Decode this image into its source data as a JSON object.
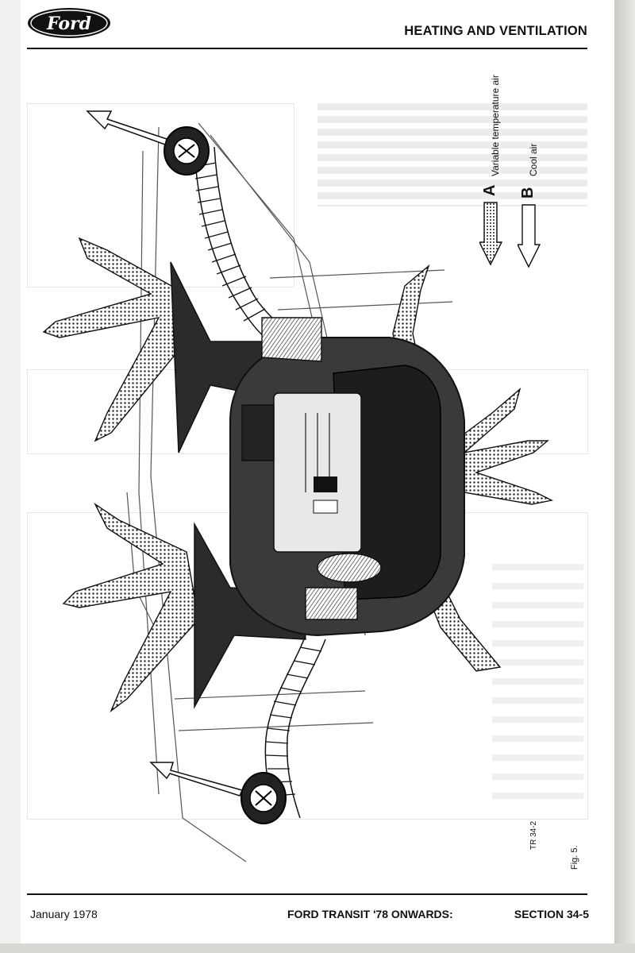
{
  "header": {
    "logo_text": "Ford",
    "title": "HEATING AND VENTILATION"
  },
  "figure": {
    "legend": {
      "a_letter": "A",
      "a_label": "Variable temperature air",
      "b_letter": "B",
      "b_label": "Cool air"
    },
    "code": "TR 34-2",
    "caption": "Fig. 5."
  },
  "footer": {
    "date": "January 1978",
    "publication": "FORD TRANSIT '78 ONWARDS:",
    "section": "SECTION 34-5"
  },
  "colors": {
    "ink": "#111111",
    "paper": "#ffffff",
    "show_through": "#dedede"
  }
}
